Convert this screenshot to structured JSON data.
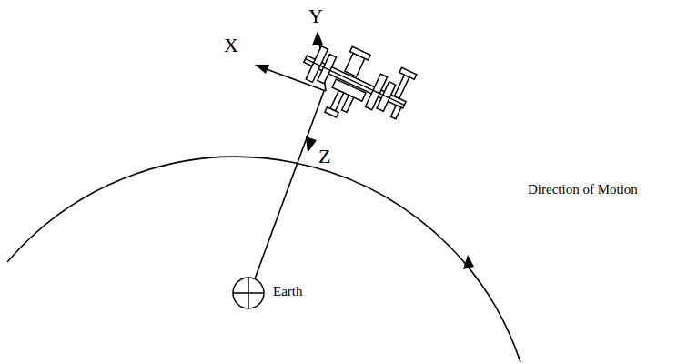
{
  "diagram": {
    "labels": [
      "X",
      "Y",
      "Z",
      "Earth",
      "Direction of Motion"
    ]
  }
}
